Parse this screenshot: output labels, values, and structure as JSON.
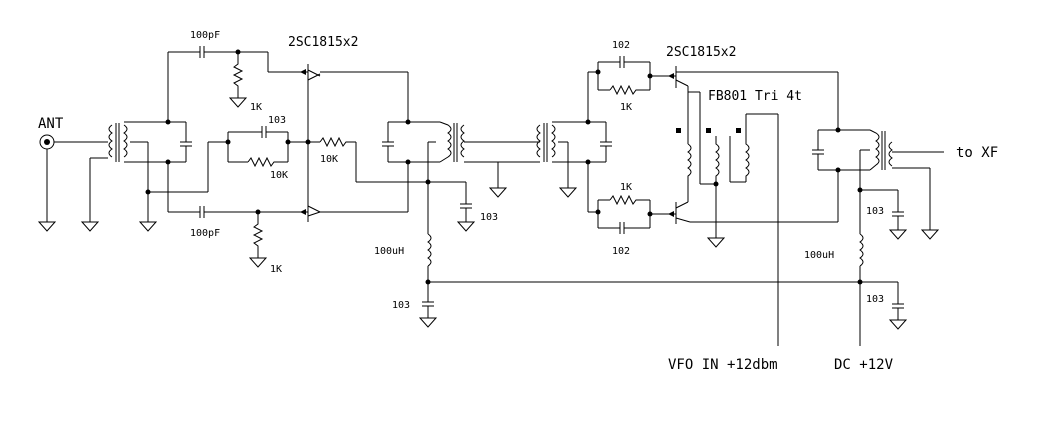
{
  "labels": {
    "ant": "ANT",
    "c_100pf_top": "100pF",
    "c_100pf_bot": "100pF",
    "r_1k_top": "1K",
    "r_1k_bot": "1K",
    "c_103_fb": "103",
    "r_10k_fb": "10K",
    "r_10k_series": "10K",
    "tr_left": "2SC1815x2",
    "c_103_mid": "103",
    "l_100uh_left": "100uH",
    "c_103_left_bot": "103",
    "c_102_top": "102",
    "r_1k_mix_top": "1K",
    "r_1k_mix_bot": "1K",
    "c_102_bot": "102",
    "tr_right": "2SC1815x2",
    "fb801": "FB801 Tri 4t",
    "to_xf": "to XF",
    "c_103_right": "103",
    "l_100uh_right": "100uH",
    "c_103_right_bot": "103",
    "vfo_in": "VFO IN +12dbm",
    "dc": "DC +12V"
  },
  "colors": {
    "ink": "#000000",
    "background": "#ffffff"
  }
}
